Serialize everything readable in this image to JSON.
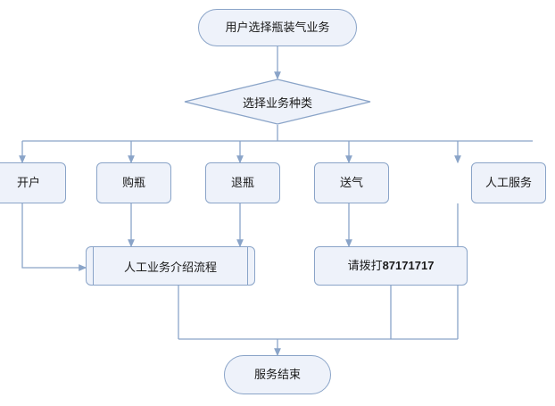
{
  "diagram": {
    "title_node": {
      "label": "用户选择瓶装气业务"
    },
    "decision": {
      "label": "选择业务种类"
    },
    "options": [
      {
        "label": "开户"
      },
      {
        "label": "购瓶"
      },
      {
        "label": "退瓶"
      },
      {
        "label": "送气"
      },
      {
        "label": "人工服务"
      }
    ],
    "process": {
      "label": "人工业务介绍流程"
    },
    "phone_box": {
      "prefix": "请拨打",
      "number": "87171717"
    },
    "end_node": {
      "label": "服务结束"
    },
    "colors": {
      "node_fill": "#eef2fa",
      "node_stroke": "#8aa4c8",
      "line": "#8aa4c8",
      "text": "#1a1a1a"
    }
  }
}
